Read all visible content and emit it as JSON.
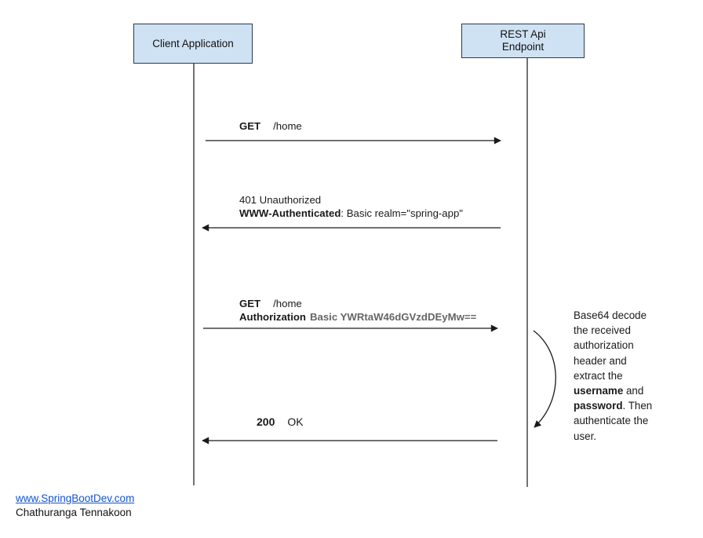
{
  "diagram_type": "sequence-diagram",
  "actors": {
    "client": {
      "label": "Client Application"
    },
    "server": {
      "label_line1": "REST Api",
      "label_line2": "Endpoint"
    }
  },
  "messages": {
    "m1": {
      "method": "GET",
      "path": "/home",
      "direction": "right"
    },
    "m2": {
      "status": "401 Unauthorized",
      "header_name": "WWW-Authenticated",
      "header_rest": ": Basic realm=\"spring-app\"",
      "direction": "left"
    },
    "m3": {
      "method": "GET",
      "path": "/home",
      "header_name": "Authorization",
      "header_value": "Basic YWRtaW46dGVzdDEyMw==",
      "direction": "right"
    },
    "m4": {
      "status_code": "200",
      "status_text": "OK",
      "direction": "left"
    }
  },
  "note": {
    "lines": [
      {
        "text": "Base64 decode"
      },
      {
        "text": "the received"
      },
      {
        "text": "authorization"
      },
      {
        "text": "header and"
      },
      {
        "text": "extract the"
      },
      {
        "bold": "username",
        "rest": " and"
      },
      {
        "bold": "password",
        "rest": ". Then"
      },
      {
        "text": "authenticate the"
      },
      {
        "text": "user."
      }
    ]
  },
  "footer": {
    "link": "www.SpringBootDev.com",
    "author": "Chathuranga Tennakoon"
  },
  "colors": {
    "actor_fill": "#cfe2f3",
    "actor_border": "#2b3b4a",
    "lifeline": "#4f4f4f",
    "arrow": "#1a1a1a",
    "muted_text": "#666666",
    "link": "#1155cc"
  }
}
